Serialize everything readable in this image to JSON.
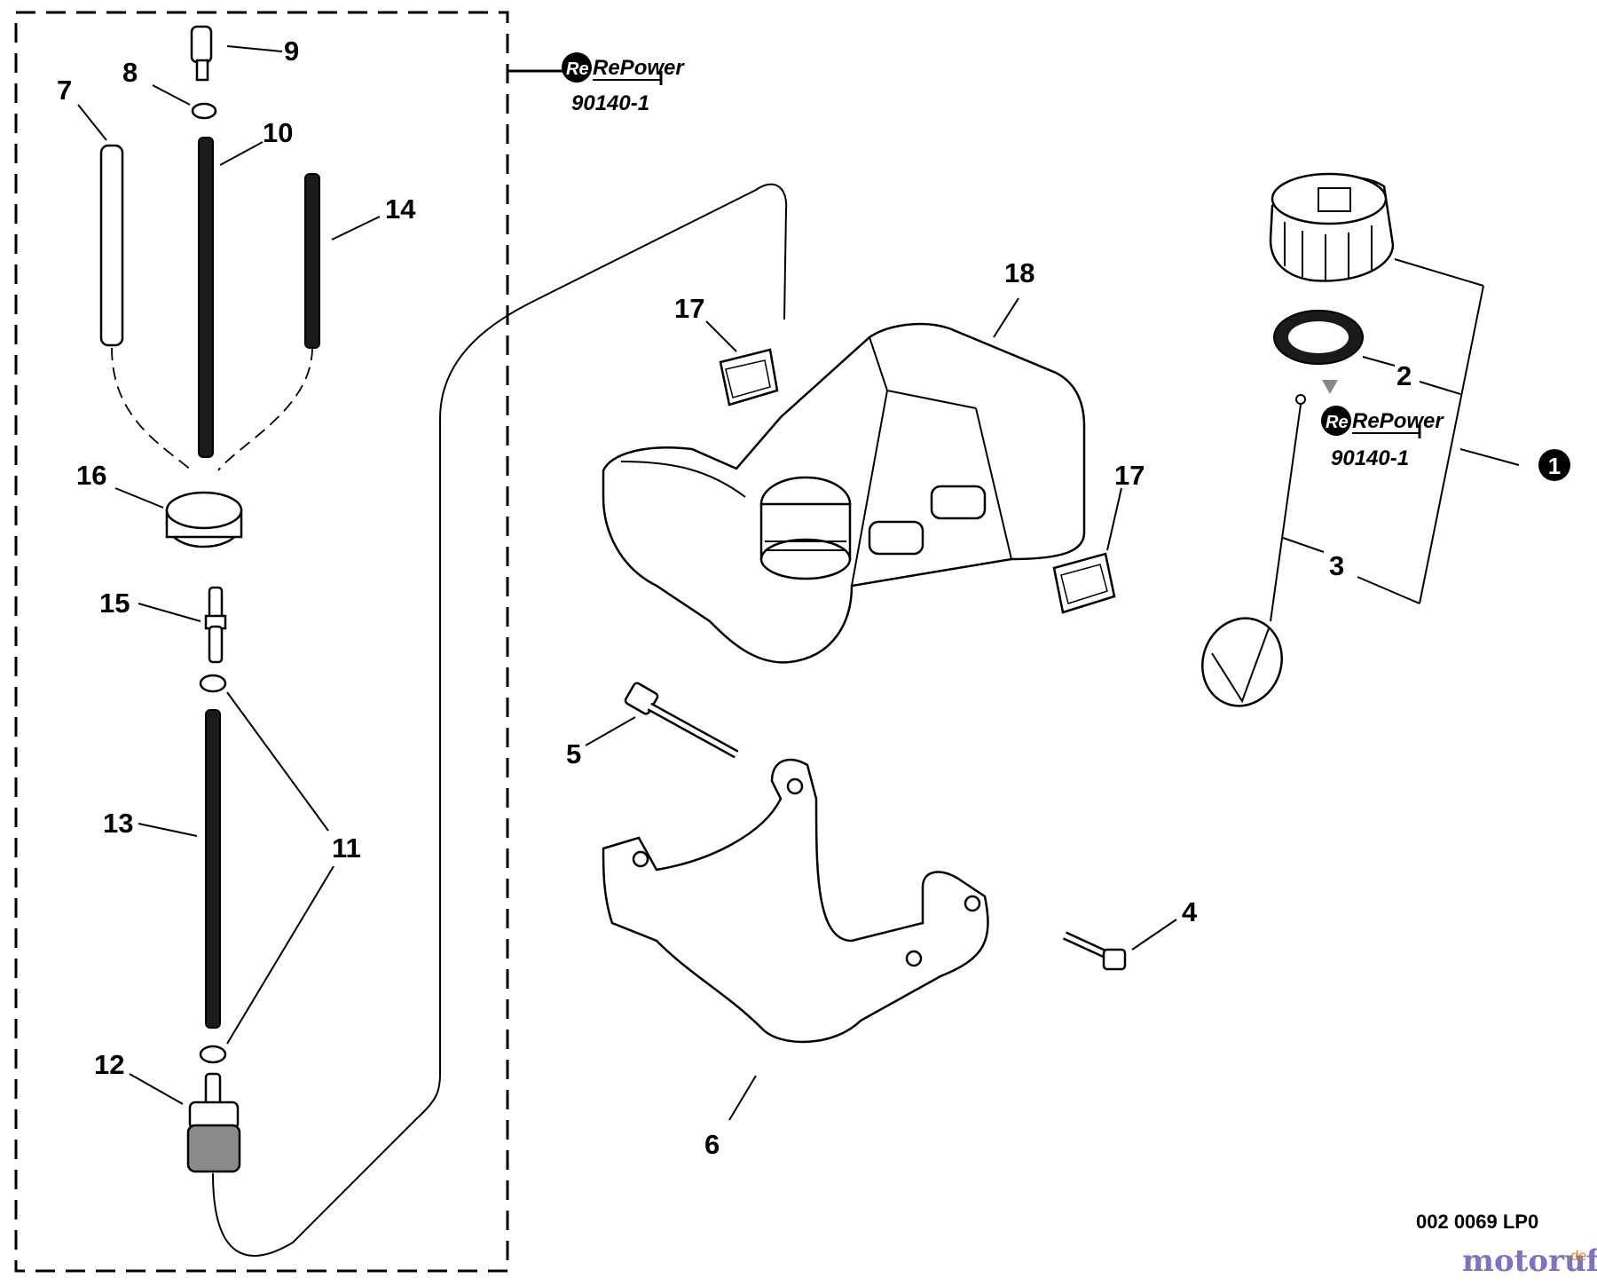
{
  "diagram": {
    "reference_code": "002 0069 LP0",
    "watermark": {
      "text": "motoruf",
      "suffix": ".de"
    },
    "kit_badges": [
      {
        "brand": "RePower",
        "code": "90140-1"
      },
      {
        "brand": "RePower",
        "code": "90140-1"
      }
    ],
    "assembly_marker": "1",
    "callouts": [
      "2",
      "3",
      "4",
      "5",
      "6",
      "7",
      "8",
      "9",
      "10",
      "11",
      "12",
      "13",
      "14",
      "15",
      "16",
      "17",
      "17",
      "18"
    ]
  }
}
